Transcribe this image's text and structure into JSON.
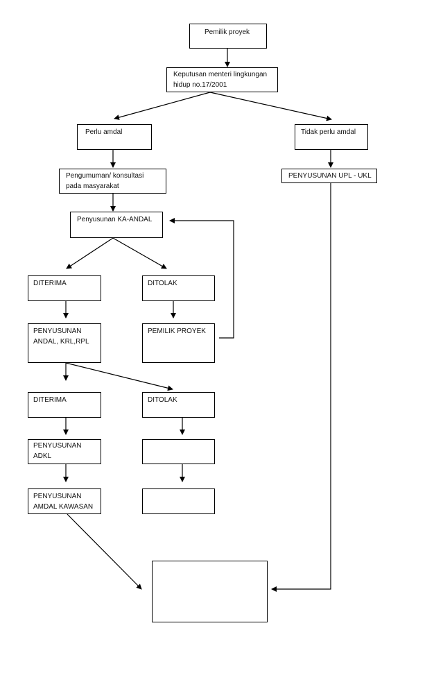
{
  "boxes": {
    "pemilik_proyek": "Pemilik proyek",
    "keputusan": "Keputusan menteri lingkungan\nhidup no.17/2001",
    "perlu_amdal": "Perlu amdal",
    "tidak_perlu_amdal": "Tidak perlu amdal",
    "pengumuman": "Pengumuman/ konsultasi\npada masyarakat",
    "penyusunan_upl_ukl": "PENYUSUNAN UPL - UKL",
    "penyusunan_ka_andal": "Penyusunan KA-ANDAL",
    "diterima_1": "DITERIMA",
    "ditolak_1": "DITOLAK",
    "penyusunan_andal": "PENYUSUNAN\nANDAL, KRL,RPL",
    "pemilik_proyek_2": "PEMILIK PROYEK",
    "diterima_2": "DITERIMA",
    "ditolak_2": "DITOLAK",
    "penyusunan_adkl": "PENYUSUNAN\nADKL",
    "empty_1": "",
    "penyusunan_amdal_kawasan": "PENYUSUNAN\nAMDAL KAWASAN",
    "empty_2": "",
    "final_box": ""
  }
}
